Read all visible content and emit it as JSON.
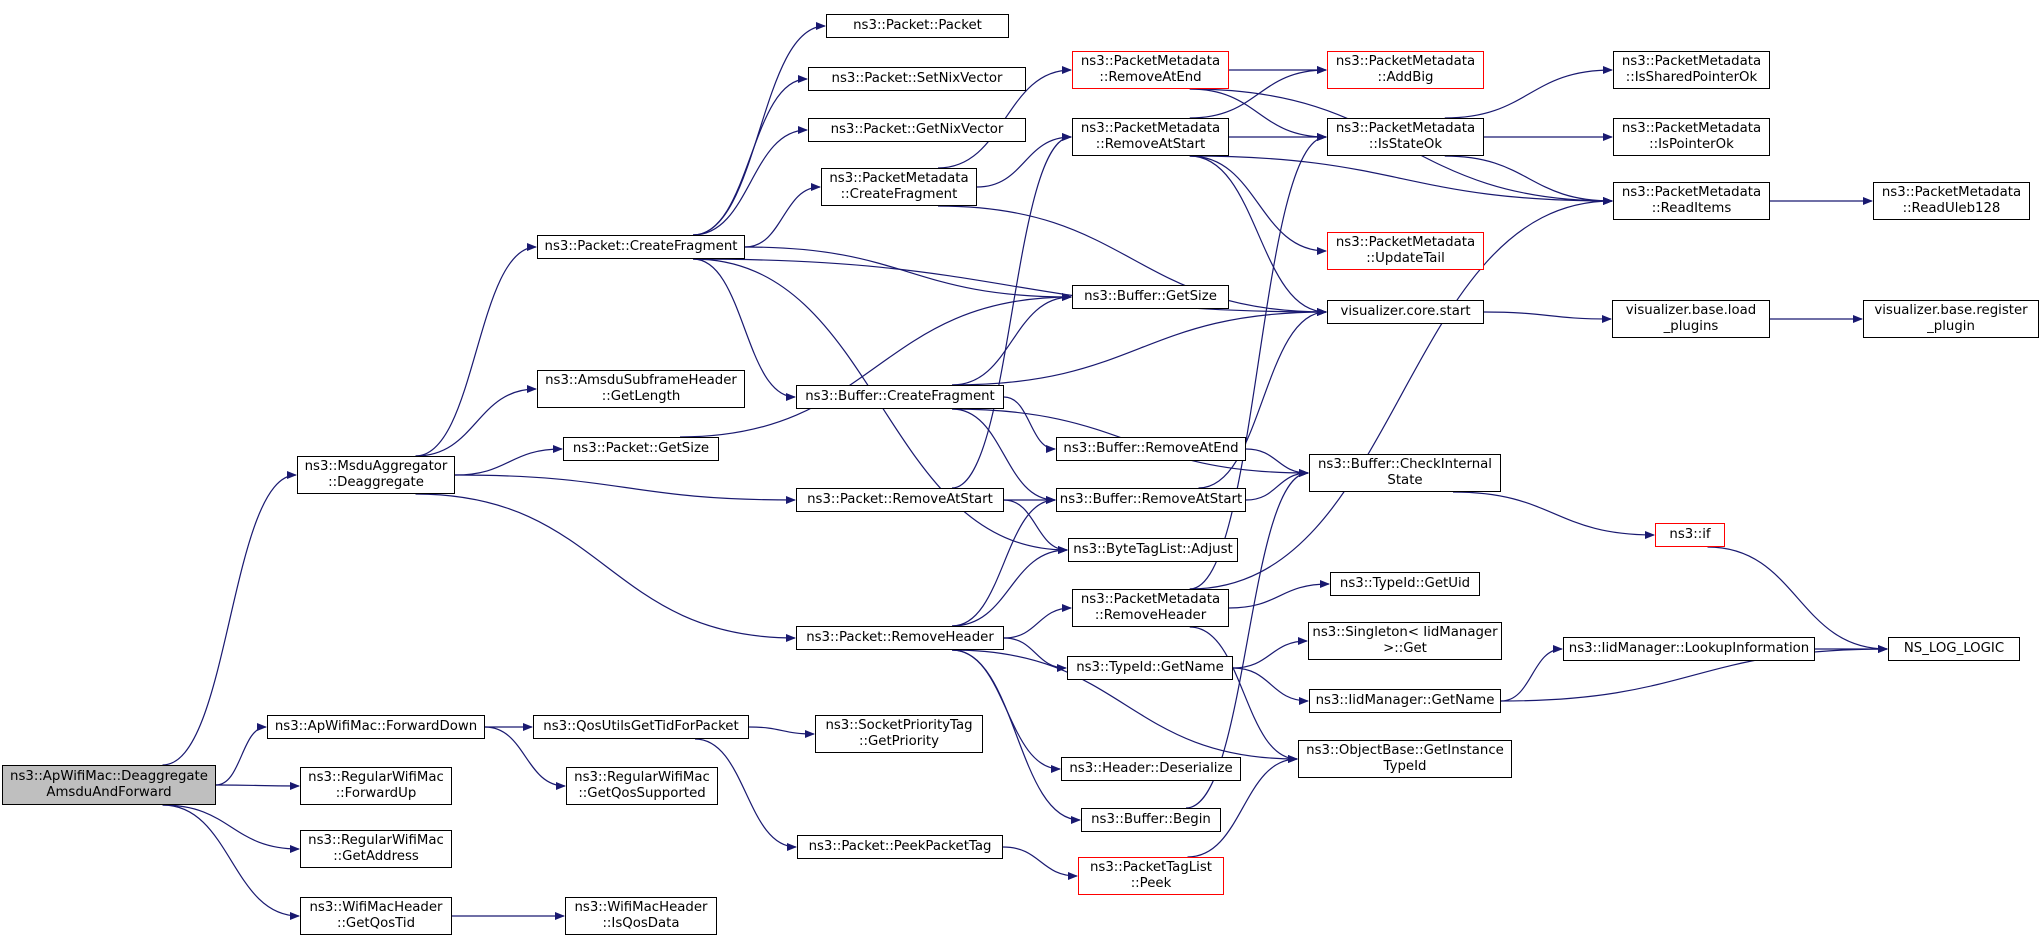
{
  "colors": {
    "edge": "#191970",
    "node_border": "#000000",
    "truncated_border": "#ff0000",
    "root_fill": "#bfbfbf"
  },
  "nodes": [
    {
      "id": "root",
      "lines": [
        "ns3::ApWifiMac::Deaggregate",
        "AmsduAndForward"
      ],
      "style": "root"
    },
    {
      "id": "msdu_deagg",
      "lines": [
        "ns3::MsduAggregator",
        "::Deaggregate"
      ]
    },
    {
      "id": "fwd_down",
      "lines": [
        "ns3::ApWifiMac::ForwardDown"
      ]
    },
    {
      "id": "fwd_up",
      "lines": [
        "ns3::RegularWifiMac",
        "::ForwardUp"
      ]
    },
    {
      "id": "get_addr",
      "lines": [
        "ns3::RegularWifiMac",
        "::GetAddress"
      ]
    },
    {
      "id": "get_qostid",
      "lines": [
        "ns3::WifiMacHeader",
        "::GetQosTid"
      ]
    },
    {
      "id": "is_qosdata",
      "lines": [
        "ns3::WifiMacHeader",
        "::IsQosData"
      ]
    },
    {
      "id": "pkt_createfrag",
      "lines": [
        "ns3::Packet::CreateFragment"
      ]
    },
    {
      "id": "amsdu_getlen",
      "lines": [
        "ns3::AmsduSubframeHeader",
        "::GetLength"
      ]
    },
    {
      "id": "pkt_getsize",
      "lines": [
        "ns3::Packet::GetSize"
      ]
    },
    {
      "id": "qos_tid",
      "lines": [
        "ns3::QosUtilsGetTidForPacket"
      ]
    },
    {
      "id": "get_qossupported",
      "lines": [
        "ns3::RegularWifiMac",
        "::GetQosSupported"
      ]
    },
    {
      "id": "pkt_packet",
      "lines": [
        "ns3::Packet::Packet"
      ]
    },
    {
      "id": "pkt_setnix",
      "lines": [
        "ns3::Packet::SetNixVector"
      ]
    },
    {
      "id": "pkt_getnix",
      "lines": [
        "ns3::Packet::GetNixVector"
      ]
    },
    {
      "id": "pm_createfrag",
      "lines": [
        "ns3::PacketMetadata",
        "::CreateFragment"
      ]
    },
    {
      "id": "buf_createfrag",
      "lines": [
        "ns3::Buffer::CreateFragment"
      ]
    },
    {
      "id": "pkt_removeatstart",
      "lines": [
        "ns3::Packet::RemoveAtStart"
      ]
    },
    {
      "id": "pkt_removeheader",
      "lines": [
        "ns3::Packet::RemoveHeader"
      ]
    },
    {
      "id": "sock_prio",
      "lines": [
        "ns3::SocketPriorityTag",
        "::GetPriority"
      ]
    },
    {
      "id": "peek_pkt_tag",
      "lines": [
        "ns3::Packet::PeekPacketTag"
      ]
    },
    {
      "id": "pm_removeatend",
      "lines": [
        "ns3::PacketMetadata",
        "::RemoveAtEnd"
      ],
      "style": "truncated"
    },
    {
      "id": "pm_removeatstart",
      "lines": [
        "ns3::PacketMetadata",
        "::RemoveAtStart"
      ]
    },
    {
      "id": "buf_getsize",
      "lines": [
        "ns3::Buffer::GetSize"
      ]
    },
    {
      "id": "buf_removeatend",
      "lines": [
        "ns3::Buffer::RemoveAtEnd"
      ]
    },
    {
      "id": "buf_removeatstart",
      "lines": [
        "ns3::Buffer::RemoveAtStart"
      ]
    },
    {
      "id": "btl_adjust",
      "lines": [
        "ns3::ByteTagList::Adjust"
      ]
    },
    {
      "id": "pm_removeheader",
      "lines": [
        "ns3::PacketMetadata",
        "::RemoveHeader"
      ]
    },
    {
      "id": "typeid_getname",
      "lines": [
        "ns3::TypeId::GetName"
      ]
    },
    {
      "id": "hdr_deser",
      "lines": [
        "ns3::Header::Deserialize"
      ]
    },
    {
      "id": "buf_begin",
      "lines": [
        "ns3::Buffer::Begin"
      ]
    },
    {
      "id": "ptl_peek",
      "lines": [
        "ns3::PacketTagList",
        "::Peek"
      ],
      "style": "truncated"
    },
    {
      "id": "pm_addbig",
      "lines": [
        "ns3::PacketMetadata",
        "::AddBig"
      ],
      "style": "truncated"
    },
    {
      "id": "pm_isstateok",
      "lines": [
        "ns3::PacketMetadata",
        "::IsStateOk"
      ]
    },
    {
      "id": "pm_updatetail",
      "lines": [
        "ns3::PacketMetadata",
        "::UpdateTail"
      ],
      "style": "truncated"
    },
    {
      "id": "vis_core_start",
      "lines": [
        "visualizer.core.start"
      ]
    },
    {
      "id": "buf_checkinternal",
      "lines": [
        "ns3::Buffer::CheckInternal",
        "State"
      ]
    },
    {
      "id": "typeid_getuid",
      "lines": [
        "ns3::TypeId::GetUid"
      ]
    },
    {
      "id": "singleton_get",
      "lines": [
        "ns3::Singleton< IidManager",
        ">::Get"
      ]
    },
    {
      "id": "iid_getname",
      "lines": [
        "ns3::IidManager::GetName"
      ]
    },
    {
      "id": "objbase_getinst",
      "lines": [
        "ns3::ObjectBase::GetInstance",
        "TypeId"
      ]
    },
    {
      "id": "pm_issharedptr",
      "lines": [
        "ns3::PacketMetadata",
        "::IsSharedPointerOk"
      ]
    },
    {
      "id": "pm_isptrok",
      "lines": [
        "ns3::PacketMetadata",
        "::IsPointerOk"
      ]
    },
    {
      "id": "pm_readitems",
      "lines": [
        "ns3::PacketMetadata",
        "::ReadItems"
      ]
    },
    {
      "id": "vis_load_plugins",
      "lines": [
        "visualizer.base.load",
        "_plugins"
      ]
    },
    {
      "id": "ns3_if",
      "lines": [
        "ns3::if"
      ],
      "style": "truncated"
    },
    {
      "id": "iid_lookup",
      "lines": [
        "ns3::IidManager::LookupInformation"
      ]
    },
    {
      "id": "pm_readuleb",
      "lines": [
        "ns3::PacketMetadata",
        "::ReadUleb128"
      ]
    },
    {
      "id": "vis_register_plugin",
      "lines": [
        "visualizer.base.register",
        "_plugin"
      ]
    },
    {
      "id": "ns_log_logic",
      "lines": [
        "NS_LOG_LOGIC"
      ]
    }
  ],
  "edges": [
    [
      "root",
      "msdu_deagg"
    ],
    [
      "root",
      "fwd_down"
    ],
    [
      "root",
      "fwd_up"
    ],
    [
      "root",
      "get_addr"
    ],
    [
      "root",
      "get_qostid"
    ],
    [
      "get_qostid",
      "is_qosdata"
    ],
    [
      "msdu_deagg",
      "pkt_createfrag"
    ],
    [
      "msdu_deagg",
      "amsdu_getlen"
    ],
    [
      "msdu_deagg",
      "pkt_getsize"
    ],
    [
      "msdu_deagg",
      "pkt_removeatstart"
    ],
    [
      "msdu_deagg",
      "pkt_removeheader"
    ],
    [
      "fwd_down",
      "qos_tid"
    ],
    [
      "fwd_down",
      "get_qossupported"
    ],
    [
      "qos_tid",
      "sock_prio"
    ],
    [
      "qos_tid",
      "peek_pkt_tag"
    ],
    [
      "pkt_createfrag",
      "pkt_packet"
    ],
    [
      "pkt_createfrag",
      "pkt_setnix"
    ],
    [
      "pkt_createfrag",
      "pkt_getnix"
    ],
    [
      "pkt_createfrag",
      "pm_createfrag"
    ],
    [
      "pkt_createfrag",
      "buf_getsize"
    ],
    [
      "pkt_createfrag",
      "buf_createfrag"
    ],
    [
      "pkt_createfrag",
      "btl_adjust"
    ],
    [
      "pkt_createfrag",
      "vis_core_start"
    ],
    [
      "pkt_getsize",
      "buf_getsize"
    ],
    [
      "pm_createfrag",
      "pm_removeatend"
    ],
    [
      "pm_createfrag",
      "pm_removeatstart"
    ],
    [
      "pm_createfrag",
      "vis_core_start"
    ],
    [
      "buf_createfrag",
      "buf_getsize"
    ],
    [
      "buf_createfrag",
      "buf_removeatend"
    ],
    [
      "buf_createfrag",
      "buf_removeatstart"
    ],
    [
      "buf_createfrag",
      "buf_checkinternal"
    ],
    [
      "buf_createfrag",
      "vis_core_start"
    ],
    [
      "pkt_removeatstart",
      "buf_removeatstart"
    ],
    [
      "pkt_removeatstart",
      "btl_adjust"
    ],
    [
      "pkt_removeatstart",
      "pm_removeatstart"
    ],
    [
      "pkt_removeheader",
      "buf_removeatstart"
    ],
    [
      "pkt_removeheader",
      "btl_adjust"
    ],
    [
      "pkt_removeheader",
      "pm_removeheader"
    ],
    [
      "pkt_removeheader",
      "typeid_getname"
    ],
    [
      "pkt_removeheader",
      "hdr_deser"
    ],
    [
      "pkt_removeheader",
      "buf_begin"
    ],
    [
      "pkt_removeheader",
      "objbase_getinst"
    ],
    [
      "peek_pkt_tag",
      "ptl_peek"
    ],
    [
      "pm_removeatend",
      "pm_addbig"
    ],
    [
      "pm_removeatend",
      "pm_isstateok"
    ],
    [
      "pm_removeatend",
      "pm_readitems"
    ],
    [
      "pm_removeatstart",
      "pm_addbig"
    ],
    [
      "pm_removeatstart",
      "pm_isstateok"
    ],
    [
      "pm_removeatstart",
      "pm_readitems"
    ],
    [
      "pm_removeatstart",
      "pm_updatetail"
    ],
    [
      "pm_removeatstart",
      "vis_core_start"
    ],
    [
      "buf_removeatend",
      "buf_checkinternal"
    ],
    [
      "buf_removeatstart",
      "buf_checkinternal"
    ],
    [
      "buf_removeatstart",
      "vis_core_start"
    ],
    [
      "pm_removeheader",
      "pm_isstateok"
    ],
    [
      "pm_removeheader",
      "pm_readitems"
    ],
    [
      "pm_removeheader",
      "typeid_getuid"
    ],
    [
      "pm_removeheader",
      "objbase_getinst"
    ],
    [
      "typeid_getname",
      "singleton_get"
    ],
    [
      "typeid_getname",
      "iid_getname"
    ],
    [
      "buf_begin",
      "buf_checkinternal"
    ],
    [
      "ptl_peek",
      "objbase_getinst"
    ],
    [
      "pm_isstateok",
      "pm_issharedptr"
    ],
    [
      "pm_isstateok",
      "pm_isptrok"
    ],
    [
      "pm_isstateok",
      "pm_readitems"
    ],
    [
      "pm_readitems",
      "pm_readuleb"
    ],
    [
      "vis_core_start",
      "vis_load_plugins"
    ],
    [
      "vis_load_plugins",
      "vis_register_plugin"
    ],
    [
      "buf_checkinternal",
      "ns3_if"
    ],
    [
      "ns3_if",
      "ns_log_logic"
    ],
    [
      "iid_getname",
      "iid_lookup"
    ],
    [
      "iid_getname",
      "ns_log_logic"
    ],
    [
      "iid_lookup",
      "ns_log_logic"
    ]
  ]
}
